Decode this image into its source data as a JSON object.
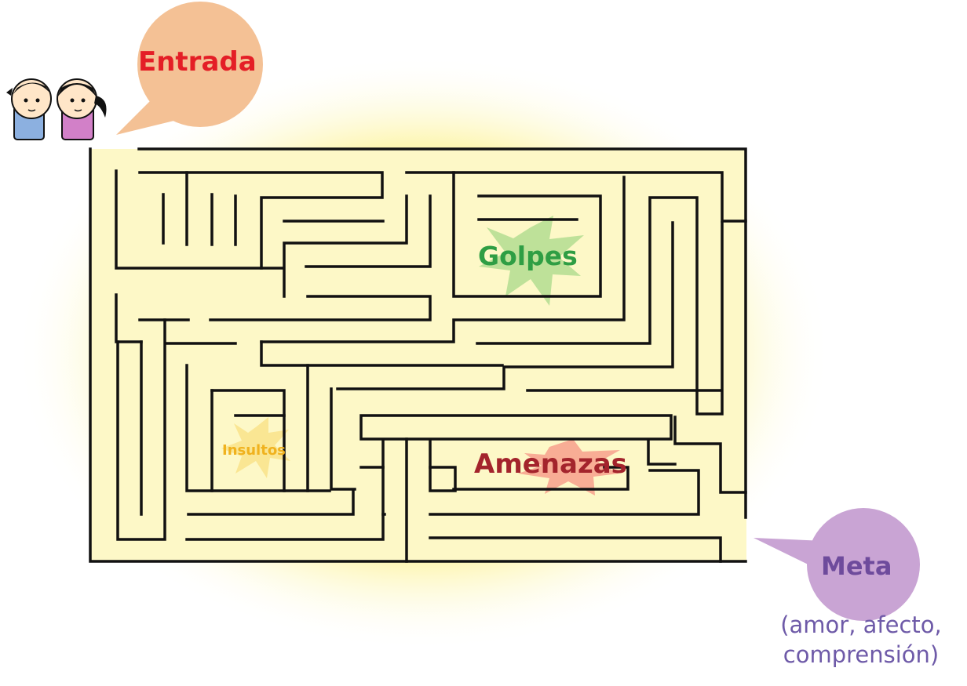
{
  "labels": {
    "entrada": "Entrada",
    "golpes": "Golpes",
    "insultos": "Insultos",
    "amenazas": "Amenazas",
    "meta": "Meta",
    "goal_line1": "(amor, afecto,",
    "goal_line2": "comprensión)"
  },
  "colors": {
    "entrada": "#e41e26",
    "golpes": "#2f9e44",
    "insultos": "#f0b21e",
    "amenazas": "#a3242c",
    "meta": "#6e4b9c",
    "entrada_bubble": "#f4c195",
    "meta_bubble": "#c9a4d4",
    "maze_fill": "#fdf8c7",
    "maze_wall": "#111111"
  },
  "icons": [
    "boy-child-icon",
    "girl-child-icon",
    "entrada-speech-bubble-icon",
    "meta-speech-bubble-icon",
    "golpes-burst-icon",
    "insultos-burst-icon",
    "amenazas-burst-icon"
  ]
}
